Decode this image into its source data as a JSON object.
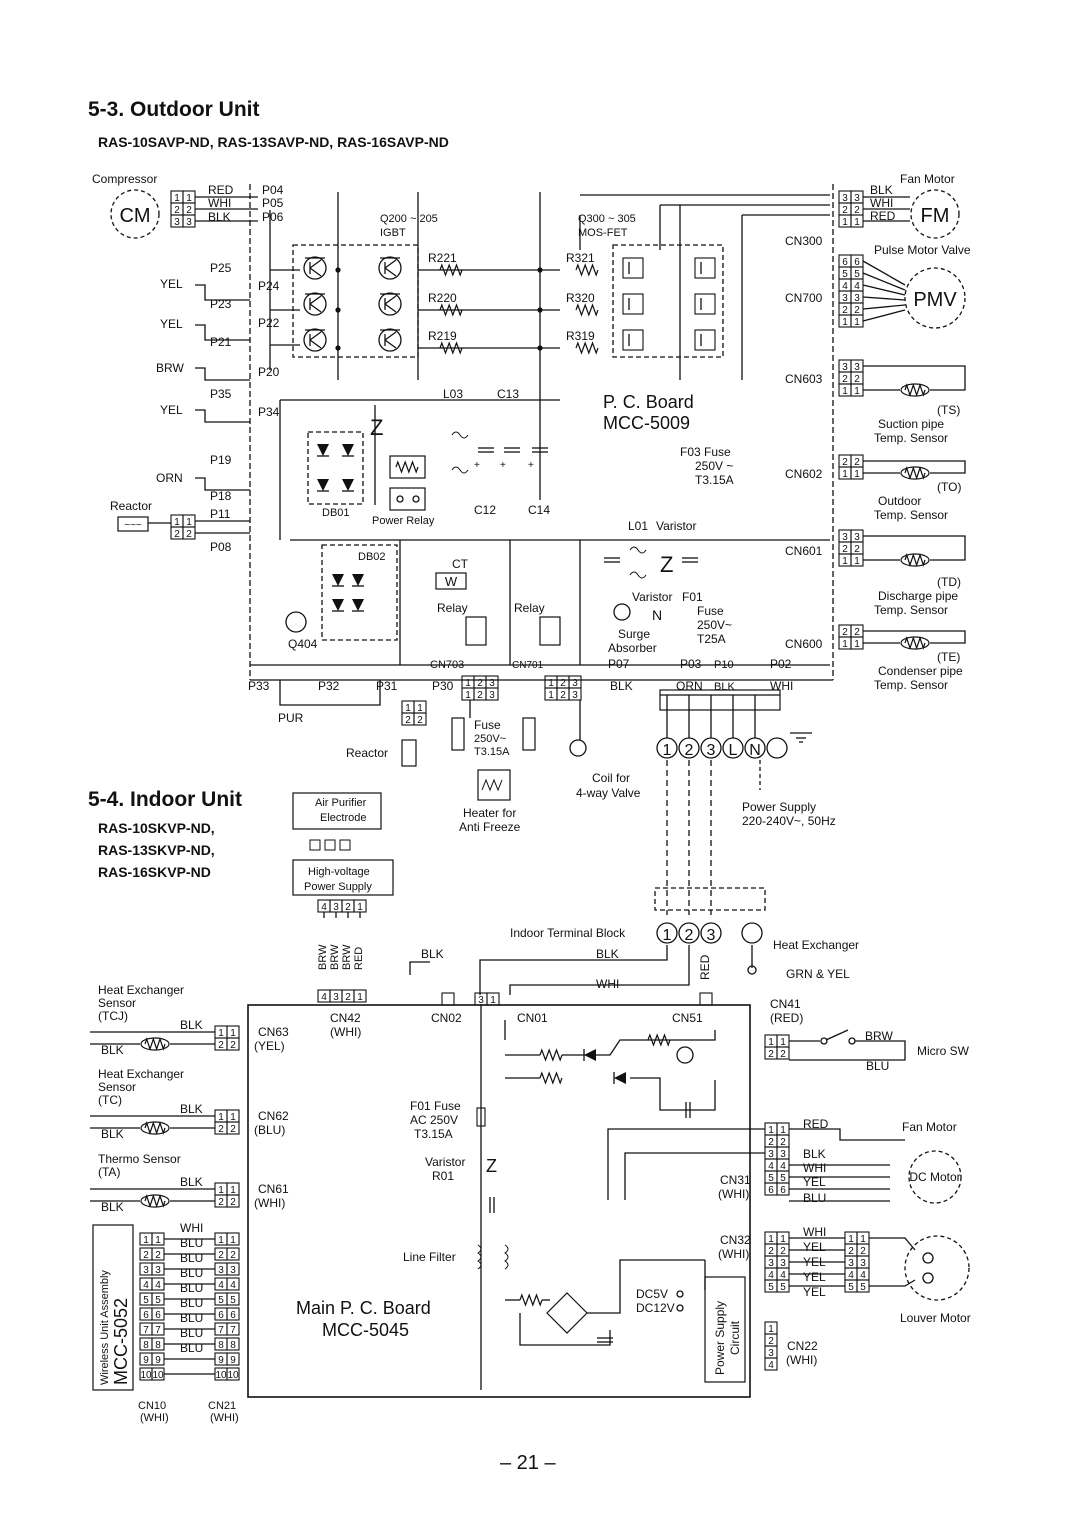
{
  "outdoor": {
    "title": "5-3.  Outdoor Unit",
    "models": "RAS-10SAVP-ND, RAS-13SAVP-ND, RAS-16SAVP-ND",
    "board_name": "P. C. Board",
    "board_id": "MCC-5009",
    "compressor_label": "Compressor",
    "compressor_symbol": "CM",
    "fan_motor_label": "Fan Motor",
    "fan_motor_symbol": "FM",
    "pmv_label": "Pulse Motor Valve",
    "pmv_symbol": "PMV",
    "reactor_label": "Reactor",
    "igbt_label": "Q200 ~ 205",
    "igbt_type": "IGBT",
    "mosfet_label": "Q300 ~ 305",
    "mosfet_type": "MOS-FET",
    "left_wires": [
      "RED",
      "WHI",
      "BLK",
      "YEL",
      "YEL",
      "BRW",
      "YEL",
      "ORN"
    ],
    "ports_left": [
      "P04",
      "P05",
      "P06",
      "P25",
      "P24",
      "P23",
      "P22",
      "P21",
      "P20",
      "P35",
      "P34",
      "P19",
      "P18",
      "P11",
      "P08"
    ],
    "bottom_ports": [
      "P33",
      "P32",
      "P31",
      "P30",
      "CN703",
      "CN701",
      "P07",
      "P03",
      "P10",
      "P02"
    ],
    "bottom_wires": [
      "PUR",
      "BLK",
      "ORN",
      "BLK",
      "WHI"
    ],
    "resistors": [
      "R221",
      "R220",
      "R219",
      "R321",
      "R320",
      "R319"
    ],
    "parts": [
      "L03",
      "C13",
      "C12",
      "C14",
      "DB01",
      "DB02",
      "Power Relay",
      "CT",
      "Relay",
      "Relay",
      "Q404",
      "L01",
      "Varistor",
      "Varistor",
      "F01",
      "Fuse",
      "250V~",
      "T25A",
      "Surge",
      "Absorber"
    ],
    "f03_fuse": [
      "F03 Fuse",
      "250V ~",
      "T3.15A"
    ],
    "right_connectors": [
      "CN300",
      "CN700",
      "CN603",
      "CN602",
      "CN601",
      "CN600"
    ],
    "fan_wires": [
      "BLK",
      "WHI",
      "RED"
    ],
    "sensors": [
      {
        "code": "(TS)",
        "name1": "Suction pipe",
        "name2": "Temp. Sensor"
      },
      {
        "code": "(TO)",
        "name1": "Outdoor",
        "name2": "Temp. Sensor"
      },
      {
        "code": "(TD)",
        "name1": "Discharge pipe",
        "name2": "Temp. Sensor"
      },
      {
        "code": "(TE)",
        "name1": "Condenser pipe",
        "name2": "Temp. Sensor"
      }
    ],
    "reactor2_label": "Reactor",
    "fuse2": [
      "Fuse",
      "250V~",
      "T3.15A"
    ],
    "heater_label": [
      "Heater for",
      "Anti Freeze"
    ],
    "coil_label": [
      "Coil for",
      "4-way Valve"
    ],
    "terminal_block": [
      "1",
      "2",
      "3",
      "L",
      "N"
    ],
    "power_supply": [
      "Power Supply",
      "220-240V~, 50Hz"
    ]
  },
  "indoor": {
    "title": "5-4.  Indoor Unit",
    "models": [
      "RAS-10SKVP-ND,",
      "RAS-13SKVP-ND,",
      "RAS-16SKVP-ND"
    ],
    "board_name": "Main P. C. Board",
    "board_id": "MCC-5045",
    "air_purifier": [
      "Air Purifier",
      "Electrode"
    ],
    "hv_supply": [
      "High-voltage",
      "Power Supply"
    ],
    "hv_wires": [
      "BRW",
      "BRW",
      "BRW",
      "RED"
    ],
    "terminal_block_label": "Indoor Terminal Block",
    "terminal_block": [
      "1",
      "2",
      "3"
    ],
    "tb_wires": [
      "BLK",
      "BLK",
      "WHI",
      "RED"
    ],
    "heat_exchanger": "Heat Exchanger",
    "grn_yel": "GRN & YEL",
    "connectors_top": [
      "CN42",
      "(WHI)",
      "CN02",
      "CN01",
      "CN51",
      "CN41",
      "(RED)"
    ],
    "sensor_tcj": [
      "Heat Exchanger",
      "Sensor",
      "(TCJ)",
      "BLK",
      "BLK",
      "CN63",
      "(YEL)"
    ],
    "sensor_tc": [
      "Heat Exchanger",
      "Sensor",
      "(TC)",
      "BLK",
      "BLK",
      "CN62",
      "(BLU)"
    ],
    "sensor_ta": [
      "Thermo Sensor",
      "(TA)",
      "BLK",
      "BLK",
      "CN61",
      "(WHI)"
    ],
    "wireless": [
      "Wireless Unit Assembly",
      "MCC-5052"
    ],
    "wireless_wires": [
      "WHI",
      "BLU",
      "BLU",
      "BLU",
      "BLU",
      "BLU",
      "BLU",
      "BLU",
      "BLU"
    ],
    "cn10": [
      "CN10",
      "(WHI)"
    ],
    "cn21": [
      "CN21",
      "(WHI)"
    ],
    "fuse": [
      "F01 Fuse",
      "AC 250V",
      "T3.15A"
    ],
    "varistor": [
      "Varistor",
      "R01"
    ],
    "line_filter": "Line Filter",
    "dc_supply": [
      "DC5V",
      "DC12V"
    ],
    "power_supply_circuit": [
      "Power Supply",
      "Circuit"
    ],
    "micro_sw": [
      "BRW",
      "BLU",
      "Micro SW"
    ],
    "fan_motor": [
      "Fan Motor",
      "DC Motor",
      "CN31",
      "(WHI)"
    ],
    "fan_wires": [
      "RED",
      "BLK",
      "WHI",
      "YEL",
      "BLU"
    ],
    "louver": [
      "Louver Motor",
      "CN32",
      "(WHI)"
    ],
    "louver_wires": [
      "WHI",
      "YEL",
      "YEL",
      "YEL",
      "YEL"
    ],
    "cn22": [
      "CN22",
      "(WHI)"
    ]
  },
  "page_number": "– 21 –"
}
